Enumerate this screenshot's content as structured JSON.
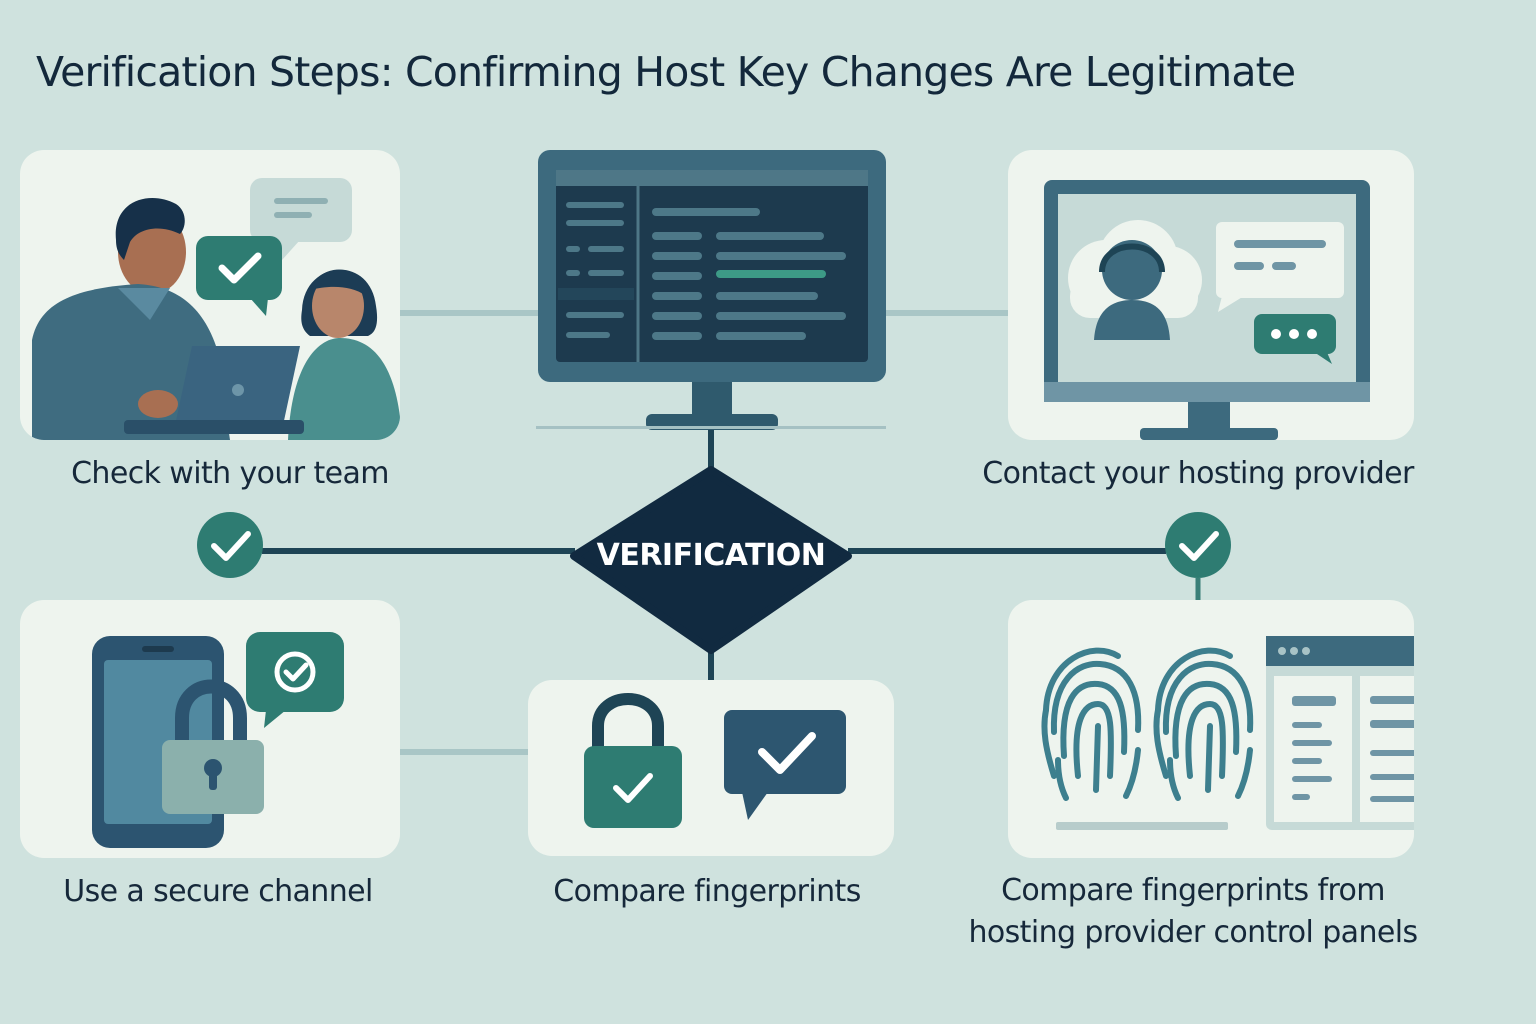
{
  "title": "Verification Steps: Confirming Host Key Changes Are Legitimate",
  "center": {
    "label": "VERIFICATION"
  },
  "steps": [
    {
      "label": "Check with your team"
    },
    {
      "label": "Contact your hosting provider"
    },
    {
      "label": "Use a secure channel"
    },
    {
      "label": "Compare fingerprints"
    },
    {
      "label_line1": "Compare fingerprints from",
      "label_line2": "hosting provider control panels"
    }
  ],
  "colors": {
    "background": "#cfe2de",
    "card": "#eef4ee",
    "navy": "#112a40",
    "teal": "#2e7c72",
    "slate": "#3f6c80",
    "line": "#1e4455"
  }
}
